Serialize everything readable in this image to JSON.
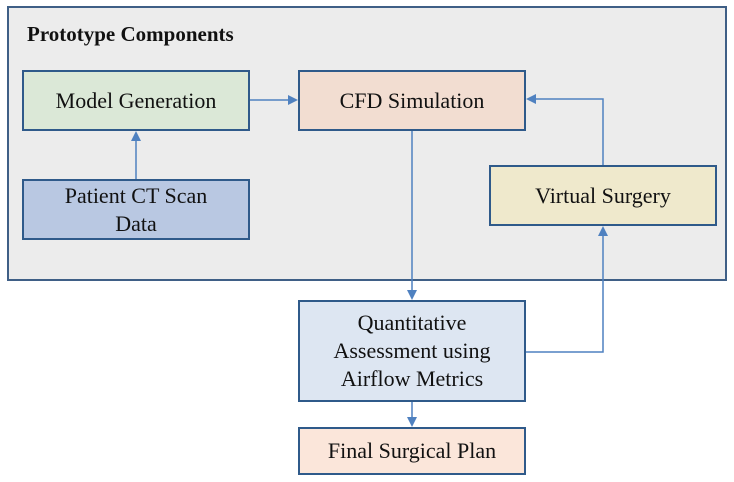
{
  "diagram": {
    "group_title": "Prototype Components",
    "nodes": [
      {
        "id": "model",
        "lines": [
          "Model Generation"
        ],
        "fill": "#dbe8d7"
      },
      {
        "id": "ct",
        "lines": [
          "Patient CT Scan",
          "Data"
        ],
        "fill": "#b9c8e2"
      },
      {
        "id": "cfd",
        "lines": [
          "CFD Simulation"
        ],
        "fill": "#f2ddd1"
      },
      {
        "id": "vs",
        "lines": [
          "Virtual Surgery"
        ],
        "fill": "#efe9cc"
      },
      {
        "id": "qa",
        "lines": [
          "Quantitative",
          "Assessment using",
          "Airflow Metrics"
        ],
        "fill": "#dde6f2"
      },
      {
        "id": "fsp",
        "lines": [
          "Final Surgical Plan"
        ],
        "fill": "#fbe6da"
      }
    ],
    "edges": [
      {
        "from": "ct",
        "to": "model"
      },
      {
        "from": "model",
        "to": "cfd"
      },
      {
        "from": "cfd",
        "to": "qa"
      },
      {
        "from": "qa",
        "to": "fsp"
      },
      {
        "from": "qa",
        "to": "vs"
      },
      {
        "from": "vs",
        "to": "cfd"
      }
    ],
    "colors": {
      "group_fill": "#ececec",
      "border": "#2f5a8a",
      "arrow": "#4f81c0"
    }
  }
}
